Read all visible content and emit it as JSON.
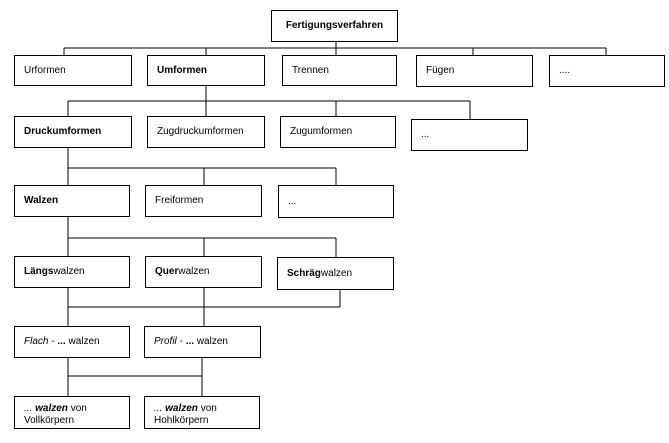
{
  "root": {
    "label": "Fertigungsverfahren"
  },
  "level1": {
    "urformen": "Urformen",
    "umformen": "Umformen",
    "trennen": "Trennen",
    "fuegen": "Fügen",
    "more": "...."
  },
  "level2": {
    "druckumformen": "Druckumformen",
    "zugdruckumformen": "Zugdruckumformen",
    "zugumformen": "Zugumformen",
    "more": "..."
  },
  "level3": {
    "walzen": "Walzen",
    "freiformen": "Freiformen",
    "more": "..."
  },
  "level4": {
    "laengs_prefix": "Längs",
    "laengs_suffix": "walzen",
    "quer_prefix": "Quer",
    "quer_suffix": "walzen",
    "schraeg_prefix": "Schräg",
    "schraeg_suffix": "walzen"
  },
  "level5": {
    "flach_prefix": "Flach -",
    "flach_dots": "...",
    "flach_suffix": "walzen",
    "profil_prefix": "Profil -",
    "profil_dots": "...",
    "profil_suffix": "walzen"
  },
  "level6": {
    "voll_dots": "...",
    "voll_walzen": "walzen",
    "voll_von": "von",
    "voll_object": "Vollkörpern",
    "hohl_dots": "...",
    "hohl_walzen": "walzen",
    "hohl_von": "von",
    "hohl_object": "Hohlkörpern"
  }
}
